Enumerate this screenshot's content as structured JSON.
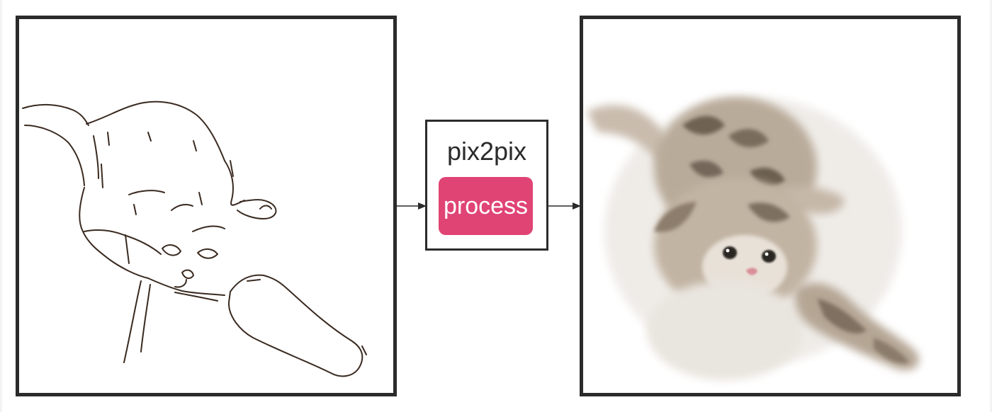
{
  "model": {
    "title": "pix2pix",
    "process_label": "process",
    "button_color": "#e04474"
  },
  "panels": {
    "input": {
      "content": "cat-edge-sketch",
      "stroke_color": "#3a2a20"
    },
    "output": {
      "content": "generated-kitten-photo",
      "fur_color": "#8a7a68"
    }
  },
  "icons": [
    "arrow-right-icon",
    "arrow-right-icon"
  ]
}
